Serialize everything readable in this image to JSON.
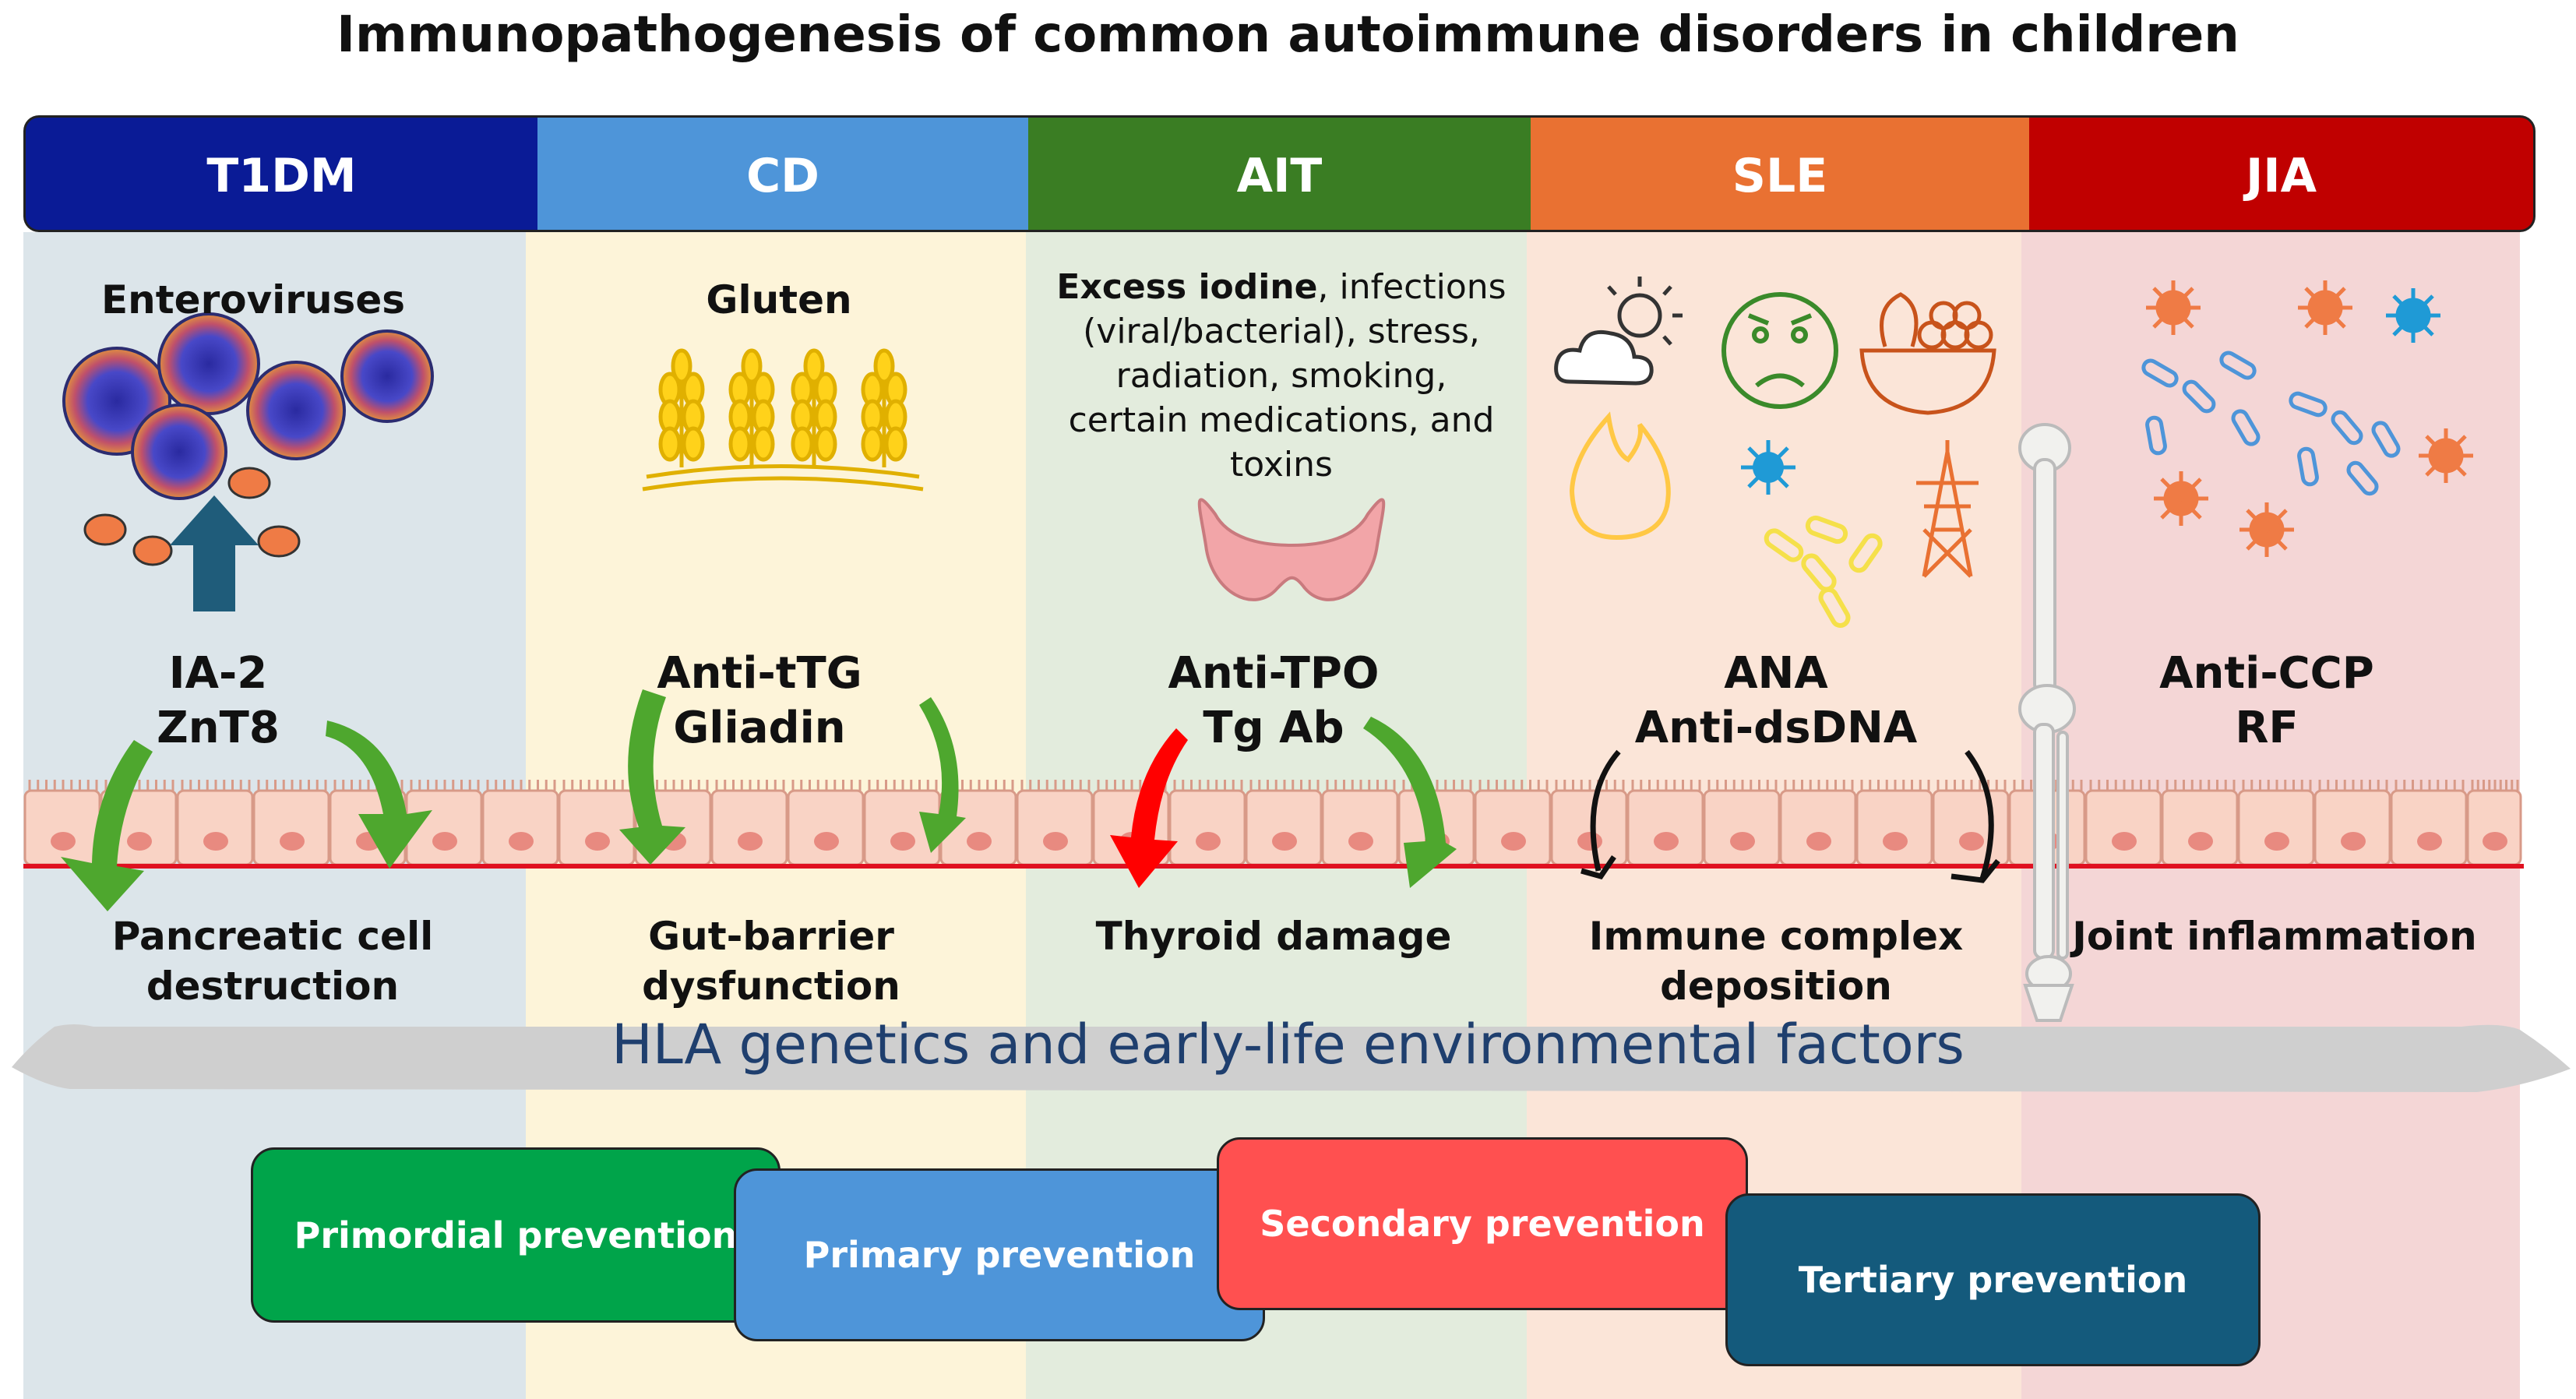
{
  "title": "Immunopathogenesis of common autoimmune disorders in children",
  "columns": [
    {
      "header": "T1DM",
      "header_color": "#0a1b96",
      "bg_color": "#dce5ea",
      "trigger": "Enteroviruses",
      "antibodies": [
        "IA-2",
        "ZnT8"
      ],
      "outcome": [
        "Pancreatic cell",
        "destruction"
      ]
    },
    {
      "header": "CD",
      "header_color": "#4e95d9",
      "bg_color": "#fdf4d9",
      "trigger": "Gluten",
      "antibodies": [
        "Anti-tTG",
        "Gliadin"
      ],
      "outcome": [
        "Gut-barrier",
        "dysfunction"
      ]
    },
    {
      "header": "AIT",
      "header_color": "#3a7d23",
      "bg_color": "#e3ecdd",
      "trigger_bold": "Excess iodine",
      "trigger_rest": [
        ", infections",
        "(viral/bacterial), stress,",
        "radiation, smoking,",
        "certain medications, and",
        "toxins"
      ],
      "antibodies": [
        "Anti-TPO",
        "Tg Ab"
      ],
      "outcome": [
        "Thyroid damage"
      ]
    },
    {
      "header": "SLE",
      "header_color": "#e97132",
      "bg_color": "#fbe5d8",
      "antibodies": [
        "ANA",
        "Anti-dsDNA"
      ],
      "outcome": [
        "Immune complex",
        "deposition"
      ]
    },
    {
      "header": "JIA",
      "header_color": "#c00000",
      "bg_color": "#f4d6d6",
      "antibodies": [
        "Anti-CCP",
        "RF"
      ],
      "outcome": [
        "Joint inflammation"
      ]
    }
  ],
  "band_text": "HLA genetics and early-life environmental factors",
  "prevention": [
    {
      "label": "Primordial prevention",
      "color": "#00a44a"
    },
    {
      "label": "Primary prevention",
      "color": "#4e95d9"
    },
    {
      "label": "Secondary prevention",
      "color": "#ff5050"
    },
    {
      "label": "Tertiary prevention",
      "color": "#145a7c"
    }
  ],
  "colors": {
    "arrow_green": "#4ea72e",
    "arrow_red": "#ff0000",
    "membrane_line": "#e01020",
    "cell_fill": "#f9d3c5",
    "band_gray": "#cfcfcf"
  }
}
